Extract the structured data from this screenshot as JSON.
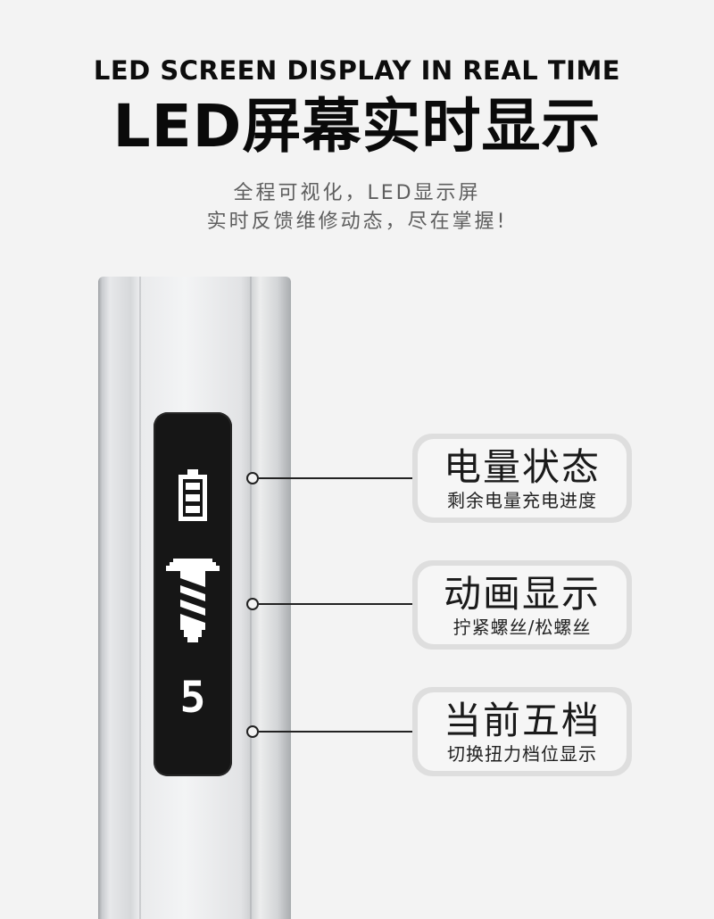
{
  "header": {
    "title_en": "LED SCREEN DISPLAY IN REAL TIME",
    "title_cn": "LED屏幕实时显示",
    "subtitle_line1": "全程可视化，LED显示屏",
    "subtitle_line2": "实时反馈维修动态，尽在掌握!"
  },
  "screen": {
    "icons": [
      "battery-icon",
      "screw-icon"
    ],
    "gear_value": "5"
  },
  "callouts": [
    {
      "title": "电量状态",
      "subtitle": "剩余电量充电进度"
    },
    {
      "title": "动画显示",
      "subtitle": "拧紧螺丝/松螺丝"
    },
    {
      "title": "当前五档",
      "subtitle": "切换扭力档位显示"
    }
  ],
  "colors": {
    "background": "#f3f3f3",
    "screen": "#161616",
    "pill_border": "#dedede",
    "text": "#111111"
  }
}
